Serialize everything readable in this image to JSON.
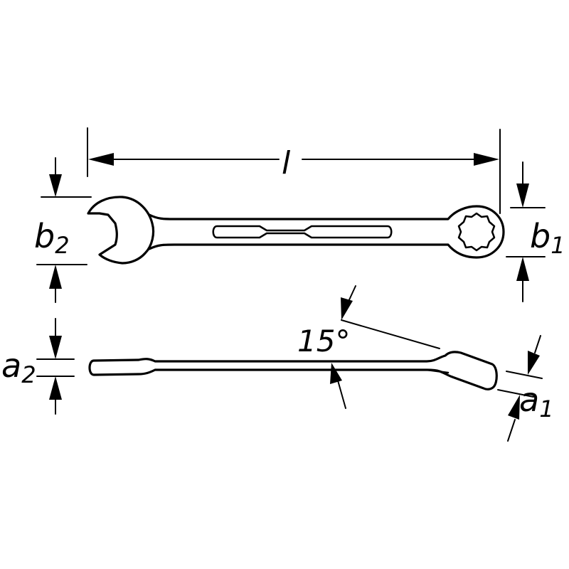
{
  "labels": {
    "length": "l",
    "b2_main": "b",
    "b2_sub": "2",
    "b1_main": "b",
    "b1_sub": "1",
    "a2_main": "a",
    "a2_sub": "2",
    "a1_main": "a",
    "a1_sub": "1",
    "angle": "15°"
  }
}
